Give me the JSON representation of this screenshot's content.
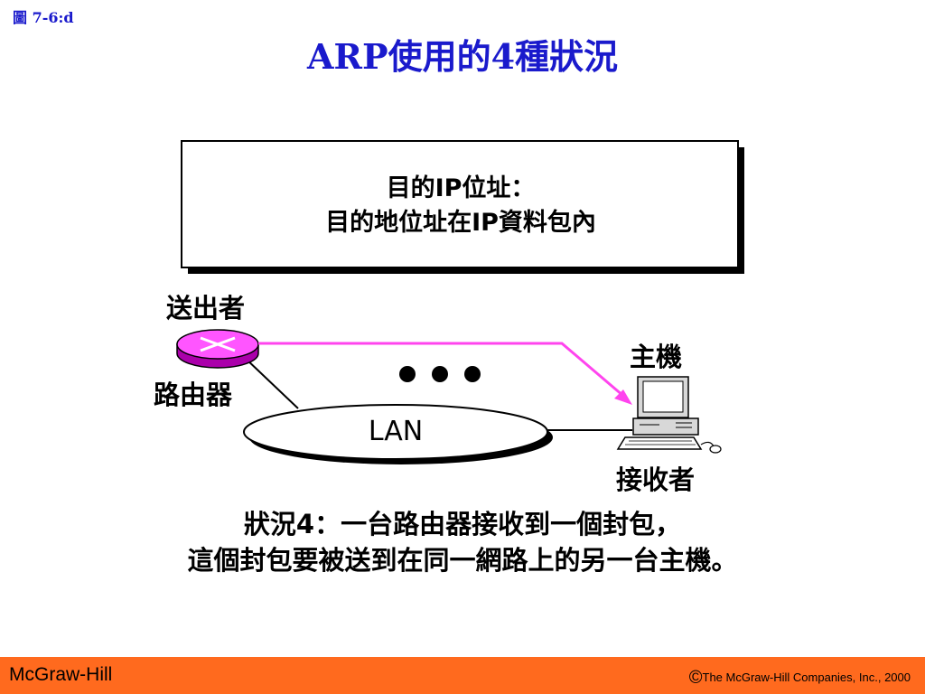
{
  "figure_label": "圖  7-6:d",
  "title": "ARP使用的4種狀況",
  "info_box": {
    "line1": "目的IP位址：",
    "line2": "目的地位址在IP資料包內"
  },
  "labels": {
    "sender": "送出者",
    "router": "路由器",
    "host": "主機",
    "receiver": "接收者",
    "lan": "LAN"
  },
  "caption": {
    "line1": "狀況4：一台路由器接收到一個封包，",
    "line2": "這個封包要被送到在同一網路上的另一台主機。"
  },
  "footer": {
    "publisher": "McGraw-Hill",
    "copyright_symbol": "©",
    "copyright": "The McGraw-Hill Companies, Inc., 2000"
  },
  "colors": {
    "title": "#1a1acc",
    "router": "#ff55ff",
    "path": "#ff44ee",
    "footer_bg": "#ff6a1e"
  },
  "icons": {
    "router": "router-icon",
    "host": "computer-icon",
    "ellipsis": "ellipsis-dots"
  }
}
